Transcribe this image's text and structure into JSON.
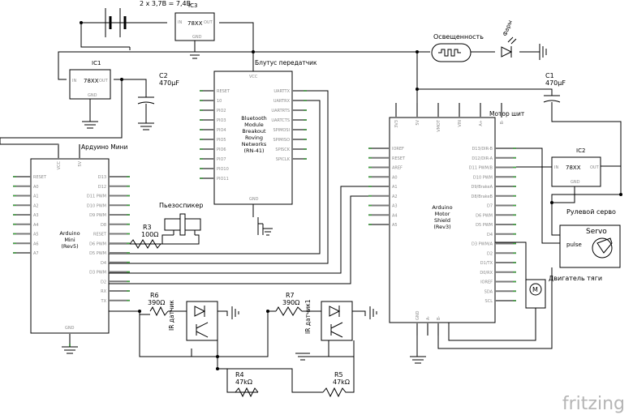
{
  "labels": {
    "battery_caption": "2 x 3,7В = 7,4В",
    "ic3_name": "IC3",
    "ic1_name": "IC1",
    "ic2_name": "IC2",
    "regulator": "78XX",
    "pin_in": "IN",
    "pin_out": "OUT",
    "pin_gnd": "GND",
    "c2_name": "C2",
    "c2_value": "470µF",
    "c1_name": "C1",
    "c1_value": "470µF",
    "bluetooth_caption": "Блутус передатчик",
    "bluetooth_title": [
      "Bluetooth",
      "Module",
      "Breakout",
      "Roving",
      "Networks",
      "(RN-41)"
    ],
    "bluetooth_left_pins": [
      "RESET",
      "10",
      "PIO2",
      "PIO3",
      "PIO4",
      "PIO5",
      "PIO6",
      "PIO7",
      "PIO10",
      "PIO11"
    ],
    "bluetooth_right_pins": [
      "UARTTX",
      "UARTRX",
      "UARTRTS",
      "UARTCTS",
      "SPIMOSI",
      "SPIMISO",
      "SPISCK",
      "SPICLK"
    ],
    "bluetooth_vcc": "VCC",
    "light_sensor": "Освещенность",
    "lights": "Фары",
    "motor_shield_caption": "Мотор шит",
    "motor_shield_title": [
      "Arduino",
      "Motor",
      "Shield",
      "(Rev3)"
    ],
    "motor_shield_top_pins": [
      "3V3",
      "5V",
      "VMOT",
      "VIN",
      "A+",
      "B-"
    ],
    "motor_shield_left_pins": [
      "IOREF",
      "RESET",
      "AREF",
      "A0",
      "A1",
      "A2",
      "A3",
      "A4",
      "A5"
    ],
    "motor_shield_right_pins": [
      "D13/DIR-B",
      "D12/DIR-A",
      "D11 PWM/B",
      "D10 PWM",
      "D9/BrakeA",
      "D8/BrakeB",
      "D7",
      "D6 PWM",
      "D5 PWM",
      "D4",
      "D3 PWM/A",
      "D2",
      "D1/TX",
      "D0/RX",
      "IOREF",
      "SDA",
      "SCL"
    ],
    "motor_shield_bottom_pins": [
      "GND",
      "A-",
      "B-"
    ],
    "arduino_mini_caption": "Ардуино Мини",
    "arduino_mini_title": [
      "Arduino",
      "Mini",
      "(Rev5)"
    ],
    "arduino_mini_left_pins": [
      "RESET",
      "A0",
      "A1",
      "A2",
      "A3",
      "A4",
      "A5",
      "A6",
      "A7"
    ],
    "arduino_mini_right_pins": [
      "D13",
      "D12",
      "D11 PWM",
      "D10 PWM",
      "D9 PWM",
      "D8",
      "RESET",
      "D6 PWM",
      "D5 PWM",
      "D4",
      "D3 PWM",
      "D2",
      "RX",
      "TX"
    ],
    "arduino_mini_top_pins": [
      "VCC",
      "5V"
    ],
    "piezo": "Пьезоспикер",
    "r3_name": "R3",
    "r3_value": "100Ω",
    "r6_name": "R6",
    "r6_value": "390Ω",
    "r7_name": "R7",
    "r7_value": "390Ω",
    "r4_name": "R4",
    "r4_value": "47kΩ",
    "r5_name": "R5",
    "r5_value": "47kΩ",
    "ir_sensor_1": "IR датчик",
    "ir_sensor_2": "IR датчик1",
    "servo_caption": "Рулевой серво",
    "servo_name": "Servo",
    "servo_pin": "pulse",
    "motor_caption": "Двигатель тяги",
    "motor_letter": "M",
    "fritzing": "fritzing"
  },
  "colors": {
    "wire": "#000000",
    "pin_stub": "#7a7a7a",
    "net_marker": "#3db03d",
    "pin_text": "#8a8a8a",
    "logo": "#b5b5b5"
  }
}
